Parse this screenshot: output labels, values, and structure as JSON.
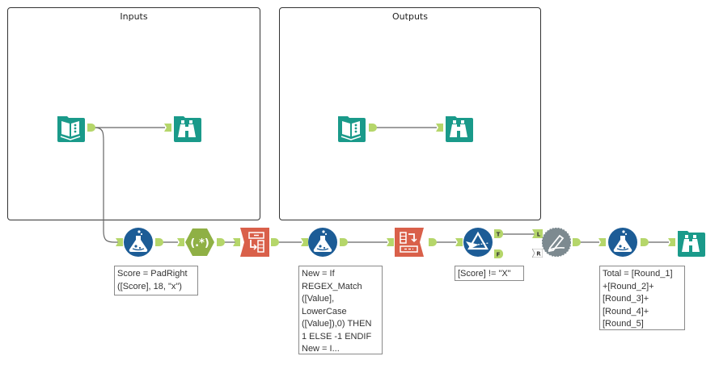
{
  "containers": [
    {
      "title": "Inputs"
    },
    {
      "title": "Outputs"
    }
  ],
  "tools": {
    "input_in_container": {
      "type": "input-data",
      "icon": "book-icon"
    },
    "browse_in_container": {
      "type": "browse",
      "icon": "binoculars-icon"
    },
    "output_in_container": {
      "type": "input-data",
      "icon": "book-icon"
    },
    "browse_out_container": {
      "type": "browse",
      "icon": "binoculars-icon"
    },
    "formula_1": {
      "type": "formula",
      "icon": "flask-icon"
    },
    "regex": {
      "type": "regex",
      "icon": "regex-icon",
      "label": "(.*)"
    },
    "crosstab": {
      "type": "cross-tab",
      "icon": "crosstab-icon"
    },
    "formula_2": {
      "type": "formula",
      "icon": "flask-icon"
    },
    "transpose": {
      "type": "transpose",
      "icon": "transpose-icon"
    },
    "filter": {
      "type": "filter",
      "icon": "filter-prism-icon"
    },
    "join_macro": {
      "type": "macro",
      "icon": "pen-gear-icon"
    },
    "formula_3": {
      "type": "formula",
      "icon": "flask-icon"
    },
    "browse_final": {
      "type": "browse",
      "icon": "binoculars-icon"
    }
  },
  "anchors": {
    "true_label": "T",
    "false_label": "F",
    "left_label": "L",
    "right_label": "R"
  },
  "annotations": {
    "formula_1": "Score = PadRight\n([Score], 18, \"x\")",
    "formula_2": "New = If\nREGEX_Match\n([Value],\nLowerCase\n([Value]),0) THEN\n1 ELSE -1 ENDIF\nNew = I...",
    "filter": "[Score] != \"X\"",
    "formula_3": "Total = [Round_1]\n+[Round_2]+\n[Round_3]+\n[Round_4]+\n[Round_5]"
  },
  "colors": {
    "teal": "#1a9a8a",
    "formula_blue": "#1c5c96",
    "regex_green": "#8fb045",
    "transform_red": "#d9604a",
    "macro_gray": "#7d8a90",
    "anchor_green": "#b5d66a",
    "wire": "#666666"
  }
}
